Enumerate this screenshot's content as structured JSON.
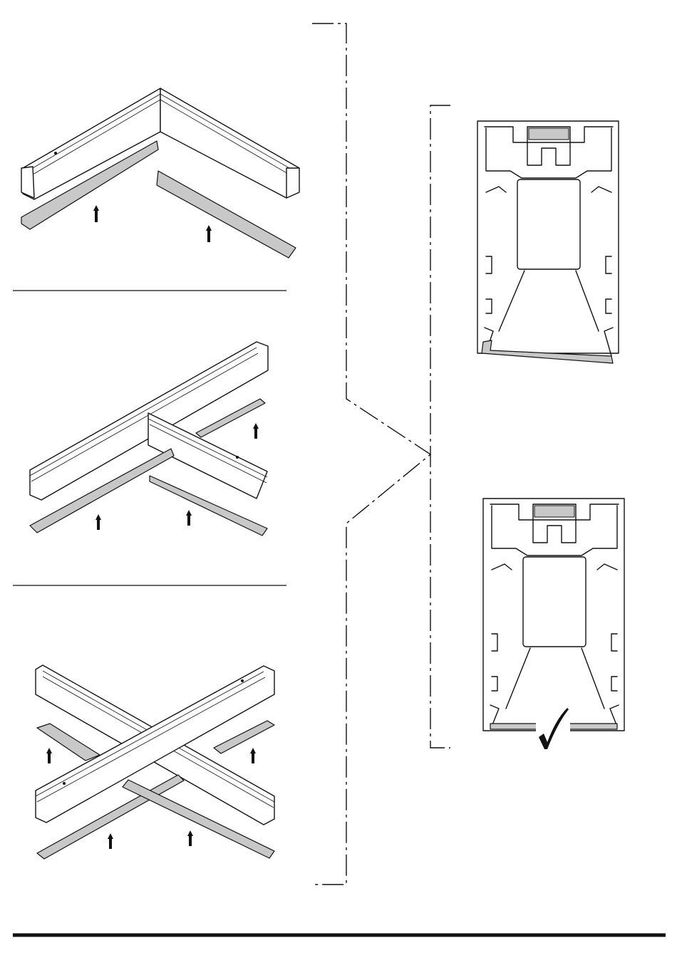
{
  "colors": {
    "line": "#111111",
    "diffuser_fill": "#c8c8c8",
    "background": "#ffffff"
  },
  "assemblies": [
    {
      "name": "corner-connector",
      "arrows": 2,
      "diffusers": 2
    },
    {
      "name": "tee-connector",
      "arrows": 3,
      "diffusers": 3
    },
    {
      "name": "cross-connector",
      "arrows": 4,
      "diffusers": 4
    }
  ],
  "profiles": [
    {
      "name": "cross-section-diffuser-misaligned",
      "state": "incorrect"
    },
    {
      "name": "cross-section-diffuser-fitted",
      "state": "correct",
      "mark": "checkmark-icon"
    }
  ]
}
